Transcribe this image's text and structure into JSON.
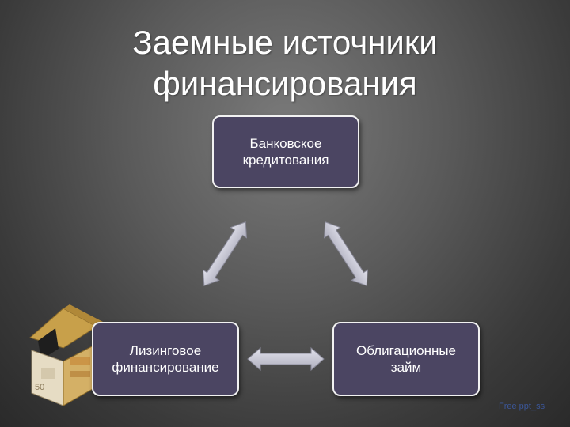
{
  "slide": {
    "title_line1": "Заемные источники",
    "title_line2": "финансирования"
  },
  "nodes": {
    "bank": {
      "line1": "Банковское",
      "line2": "кредитования"
    },
    "leasing": {
      "line1": "Лизинговое",
      "line2": "финансирование"
    },
    "bonds": {
      "line1": "Облигационные",
      "line2": "займ"
    }
  },
  "footer": {
    "page": "Free ppt_ss"
  },
  "colors": {
    "box_fill": "#4b4562",
    "box_border": "#f2f2f2",
    "arrow_fill": "#c9c9d6",
    "background": "#5a5a5a"
  },
  "icons": {
    "decoration": "house-money-icon",
    "arrow": "double-arrow-icon"
  }
}
